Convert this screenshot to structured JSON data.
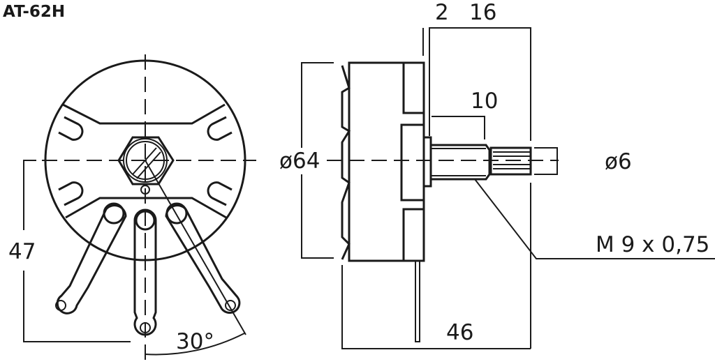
{
  "title": "AT-62H",
  "front_view": {
    "height_dim": "47",
    "angle_dim": "30°"
  },
  "side_view": {
    "diameter_body": "ø64",
    "flange_dim": "2",
    "shaft_length": "16",
    "thread_length": "10",
    "shaft_diameter": "ø6",
    "thread_spec": "M 9 x 0,75",
    "depth_dim": "46"
  }
}
